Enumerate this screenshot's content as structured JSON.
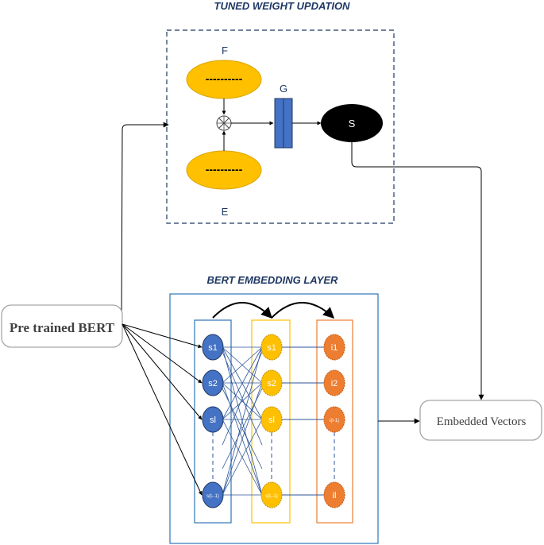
{
  "tuned_section": {
    "title": "TUNED WEIGHT UPDATION",
    "f_label": "F",
    "e_label": "E",
    "g_label": "G",
    "s_label": "S",
    "dashes": "----------"
  },
  "bert_section": {
    "title": "BERT EMBEDDING LAYER",
    "col1": [
      "s1",
      "s2",
      "sl",
      "s(L-1)"
    ],
    "col2": [
      "s1",
      "s2",
      "sl",
      "s(L-1)"
    ],
    "col3": [
      "i1",
      "i2",
      "i(l-1)",
      "il"
    ]
  },
  "pretrained_label": "Pre trained BERT",
  "embedded_label": "Embedded Vectors",
  "colors": {
    "blue_node": "#4472c4",
    "yellow_node": "#ffc000",
    "orange_node": "#ed7d31",
    "dark_blue": "#2f5597",
    "line_blue": "#2e5597"
  }
}
